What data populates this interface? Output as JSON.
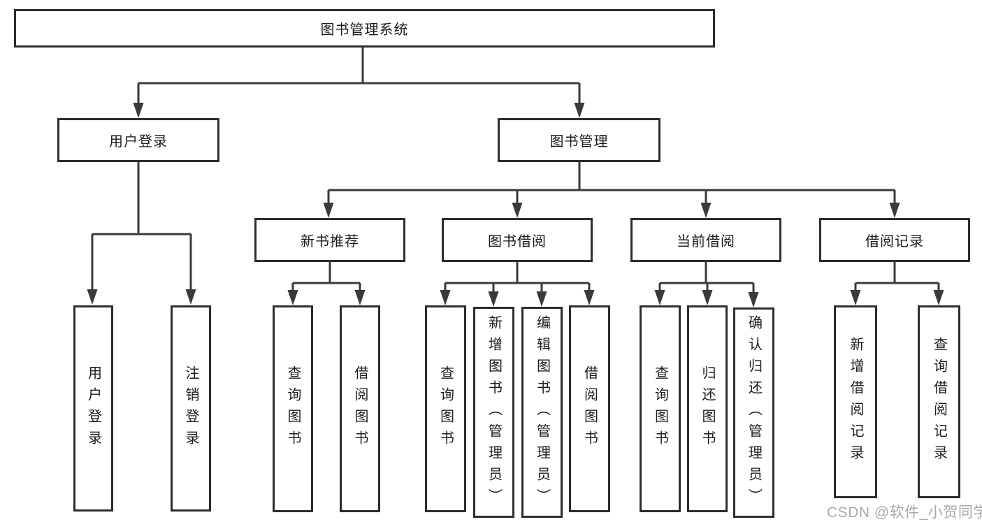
{
  "tree": {
    "root": {
      "label": "图书管理系统"
    },
    "level1": [
      {
        "label": "用户登录",
        "children": [
          {
            "label": "用户登录"
          },
          {
            "label": "注销登录"
          }
        ]
      },
      {
        "label": "图书管理",
        "children": [
          {
            "label": "新书推荐",
            "children": [
              {
                "label": "查询图书"
              },
              {
                "label": "借阅图书"
              }
            ]
          },
          {
            "label": "图书借阅",
            "children": [
              {
                "label": "查询图书"
              },
              {
                "label": "新增图书（管理员）"
              },
              {
                "label": "编辑图书（管理员）"
              },
              {
                "label": "借阅图书"
              }
            ]
          },
          {
            "label": "当前借阅",
            "children": [
              {
                "label": "查询图书"
              },
              {
                "label": "归还图书"
              },
              {
                "label": "确认归还（管理员）"
              }
            ]
          },
          {
            "label": "借阅记录",
            "children": [
              {
                "label": "新增借阅记录"
              },
              {
                "label": "查询借阅记录"
              }
            ]
          }
        ]
      }
    ]
  },
  "watermark": {
    "text": "CSDN @软件_小贺同学",
    "color": "#9f9f9f"
  },
  "colors": {
    "line": "#3a3a3a",
    "border": "#2d2d2d",
    "text": "#1c1c1c",
    "background": "#ffffff"
  }
}
